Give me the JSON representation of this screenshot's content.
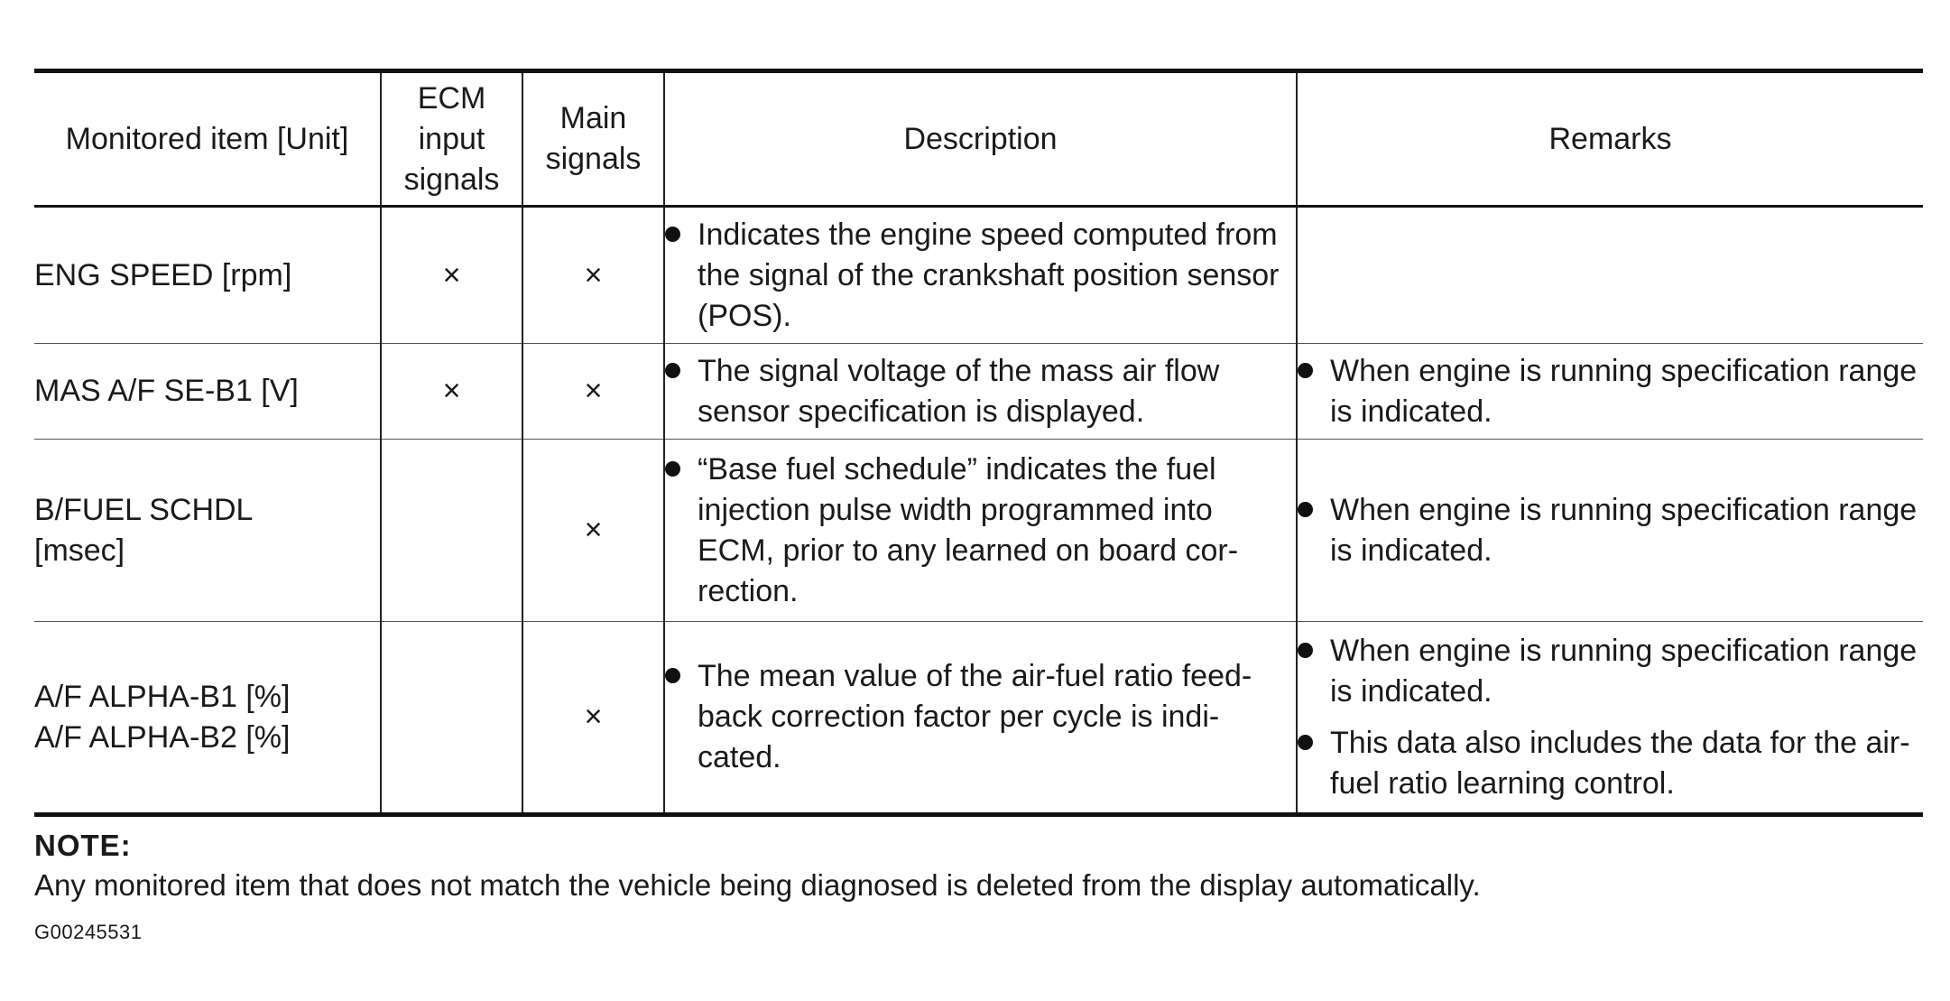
{
  "table": {
    "headers": {
      "item": "Monitored item [Unit]",
      "ecm_input": "ECM input signals",
      "main": "Main signals",
      "description": "Description",
      "remarks": "Remarks"
    },
    "rows": [
      {
        "item": "ENG SPEED [rpm]",
        "item_line2": "",
        "ecm_input": "×",
        "main": "×",
        "description": [
          "Indicates the engine speed computed from the signal of the crankshaft position sensor (POS)."
        ],
        "remarks": []
      },
      {
        "item": "MAS A/F SE-B1 [V]",
        "item_line2": "",
        "ecm_input": "×",
        "main": "×",
        "description": [
          "The signal voltage of the mass air flow sensor specification is displayed."
        ],
        "remarks": [
          "When engine is running specification range is indicated."
        ]
      },
      {
        "item": "B/FUEL SCHDL",
        "item_line2": "[msec]",
        "ecm_input": "",
        "main": "×",
        "description": [
          "“Base fuel schedule” indicates the fuel injection pulse width programmed into ECM, prior to any learned on board cor-rection."
        ],
        "remarks": [
          "When engine is running specification range is indicated."
        ]
      },
      {
        "item": "A/F ALPHA-B1 [%]",
        "item_line2": "A/F ALPHA-B2 [%]",
        "ecm_input": "",
        "main": "×",
        "description": [
          "The mean value of the air-fuel ratio feed-back correction factor per cycle is indi-cated."
        ],
        "remarks": [
          "When engine is running specification range is indicated.",
          "This data also includes the data for the air-fuel ratio learning control."
        ]
      }
    ]
  },
  "note": {
    "heading": "NOTE:",
    "text": "Any monitored item that does not match the vehicle being diagnosed is deleted from the display automatically."
  },
  "doc_id": "G00245531"
}
